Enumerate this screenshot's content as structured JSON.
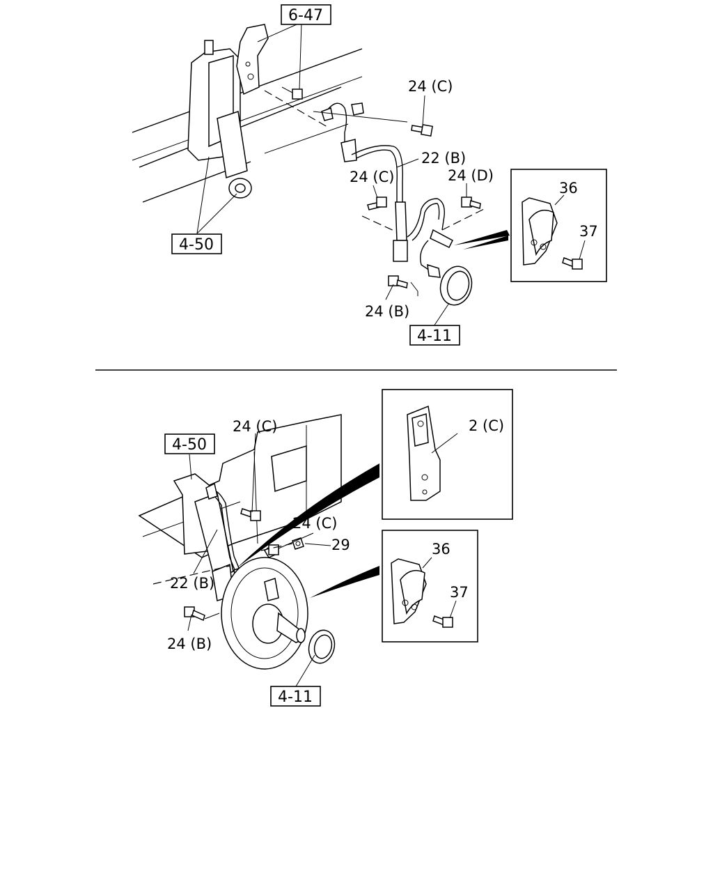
{
  "top_view": {
    "ref_6_47": "6-47",
    "ref_4_50": "4-50",
    "ref_4_11": "4-11",
    "label_24c_a": "24 (C)",
    "label_22b": "22 (B)",
    "label_24c_b": "24 (C)",
    "label_24d": "24 (D)",
    "label_24b": "24 (B)",
    "inset": {
      "label_36": "36",
      "label_37": "37"
    }
  },
  "bottom_view": {
    "ref_4_50": "4-50",
    "ref_4_11": "4-11",
    "label_24c_a": "24 (C)",
    "label_24c_b": "24 (C)",
    "label_29": "29",
    "label_22b": "22 (B)",
    "label_24b": "24 (B)",
    "inset_bracket": {
      "label_2c": "2 (C)"
    },
    "inset_clamp": {
      "label_36": "36",
      "label_37": "37"
    }
  }
}
